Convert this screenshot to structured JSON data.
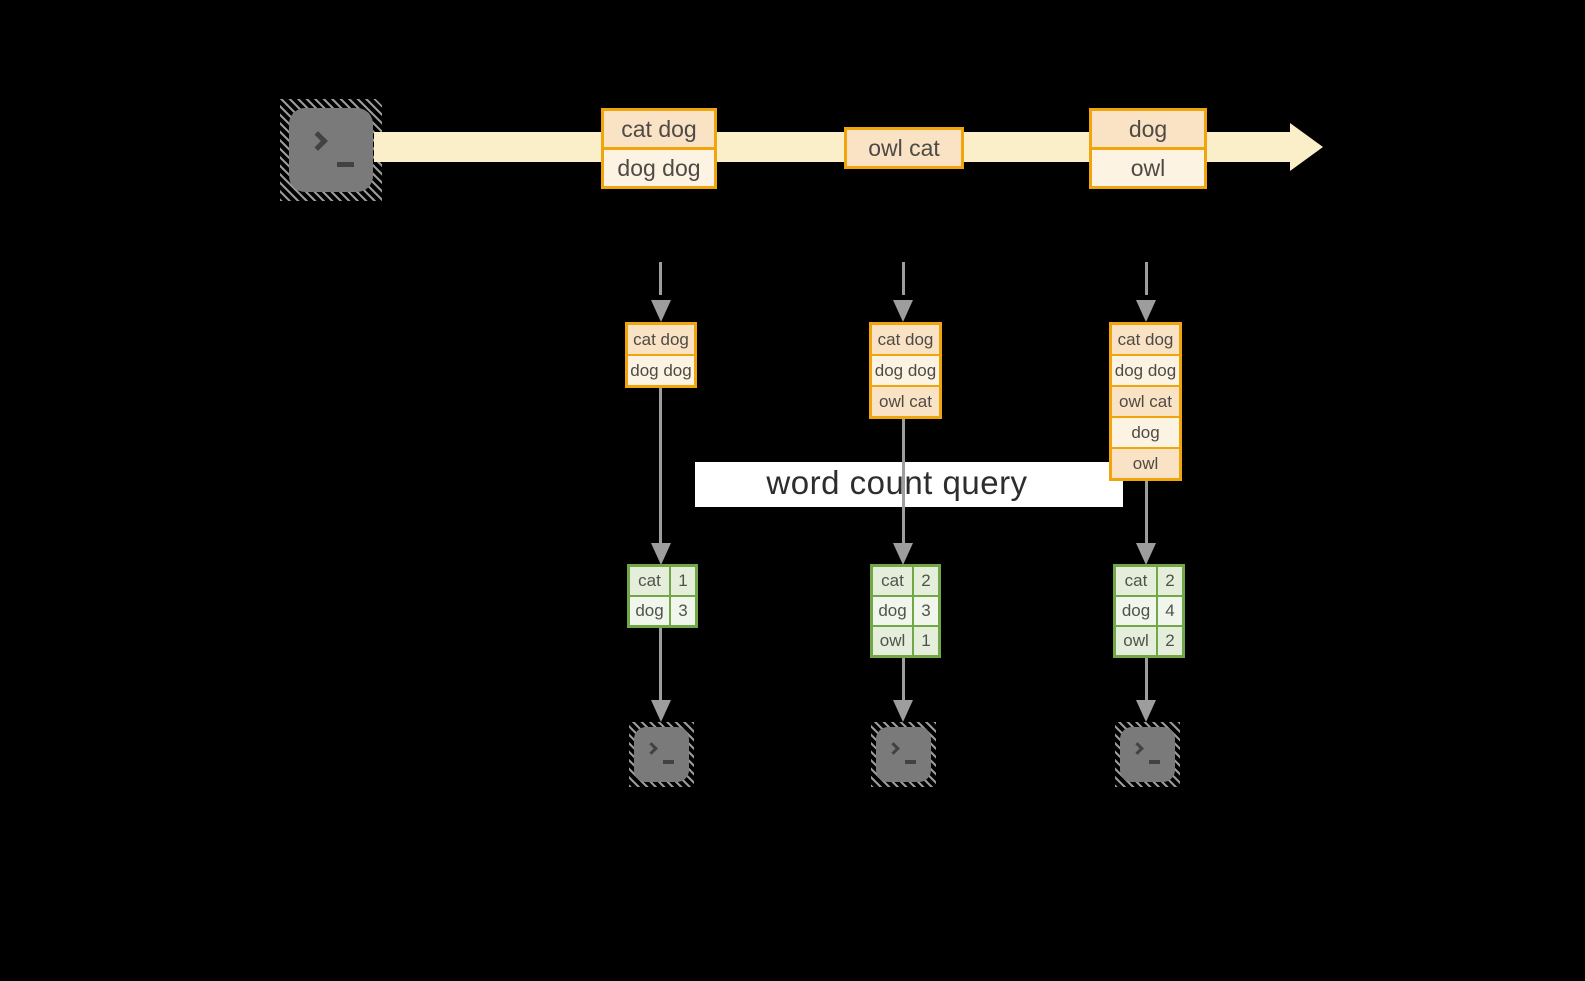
{
  "colors": {
    "accent": "#f0a50c",
    "fill_dark": "#fae3c5",
    "fill_light": "#fdf3e3",
    "band": "#fbefc9",
    "green_border": "#71a746",
    "green_fill_dark": "#e4eeda",
    "green_fill_light": "#f1f6ec",
    "arrow": "#9d9d9d",
    "terminal": "#7a7a7a",
    "banner_bg": "#ffffff",
    "text_dark": "#4e4a45",
    "text_table": "#51524c",
    "text_banner": "#2d2d2d"
  },
  "icons": {
    "source_terminal": "terminal-prompt-icon",
    "sink_terminal": "terminal-prompt-icon"
  },
  "stream": {
    "events": [
      {
        "lines": [
          "cat dog",
          "dog dog"
        ]
      },
      {
        "lines": [
          "owl cat"
        ]
      },
      {
        "lines": [
          "dog",
          "owl"
        ]
      }
    ]
  },
  "query": {
    "label": "word count query"
  },
  "columns": [
    {
      "buffer": [
        "cat dog",
        "dog dog"
      ],
      "counts": {
        "rows": [
          {
            "word": "cat",
            "count": 1
          },
          {
            "word": "dog",
            "count": 3
          }
        ]
      }
    },
    {
      "buffer": [
        "cat dog",
        "dog dog",
        "owl cat"
      ],
      "counts": {
        "rows": [
          {
            "word": "cat",
            "count": 2
          },
          {
            "word": "dog",
            "count": 3
          },
          {
            "word": "owl",
            "count": 1
          }
        ]
      }
    },
    {
      "buffer": [
        "cat dog",
        "dog dog",
        "owl cat",
        "dog",
        "owl"
      ],
      "counts": {
        "rows": [
          {
            "word": "cat",
            "count": 2
          },
          {
            "word": "dog",
            "count": 4
          },
          {
            "word": "owl",
            "count": 2
          }
        ]
      }
    }
  ]
}
